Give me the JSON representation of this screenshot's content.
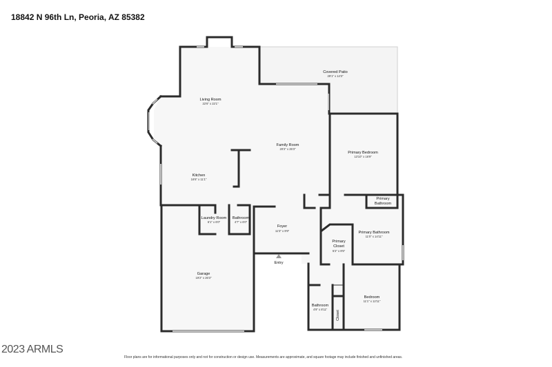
{
  "header": {
    "address": "18842 N 96th Ln, Peoria, AZ 85382"
  },
  "rooms": {
    "covered_patio": {
      "name": "Covered Patio",
      "dim": "29'1\" x 14'3\""
    },
    "living_room": {
      "name": "Living Room",
      "dim": "22'6\" x 22'1\""
    },
    "family_room": {
      "name": "Family Room",
      "dim": "20'2\" x 25'3\""
    },
    "primary_bedroom": {
      "name": "Primary Bedroom",
      "dim": "13'10\" x 16'9\""
    },
    "kitchen": {
      "name": "Kitchen",
      "dim": "16'6\" x 11'1\""
    },
    "primary_bathroom_small": {
      "name_line1": "Primary",
      "name_line2": "Bathroom"
    },
    "laundry_room": {
      "name": "Laundry Room",
      "dim": "6'1\" x 6'0\""
    },
    "bathroom_1": {
      "name": "Bathroom",
      "dim": "4'7\" x 6'0\""
    },
    "foyer": {
      "name": "Foyer",
      "dim": "11'3\" x 9'9\""
    },
    "primary_bathroom": {
      "name": "Primary Bathroom",
      "dim": "11'0\" x 14'11\""
    },
    "primary_closet": {
      "name_line1": "Primary",
      "name_line2": "Closet",
      "dim": "5'2\" x 8'5\""
    },
    "entry": {
      "name": "Entry"
    },
    "garage": {
      "name": "Garage",
      "dim": "19'2\" x 26'3\""
    },
    "bedroom": {
      "name": "Bedroom",
      "dim": "11'1\" x 12'11\""
    },
    "bathroom_2": {
      "name": "Bathroom",
      "dim": "4'9\" x 8'11\""
    },
    "closet": {
      "name": "Closet"
    }
  },
  "footer": {
    "disclaimer": "Floor plans are for informational purposes only and not for construction or design use. Measurements are approximate, and square footage may include finished and unfinished areas.",
    "copyright": "2023 ARMLS"
  }
}
